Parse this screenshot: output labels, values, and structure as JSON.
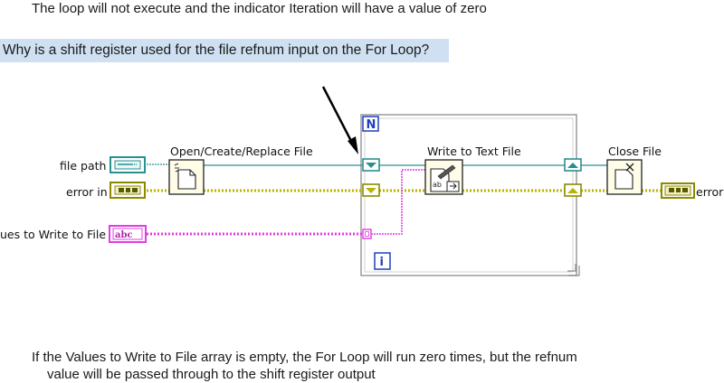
{
  "answers": {
    "top": "The loop will not execute and the indicator Iteration will have a value of zero",
    "bottom_line1": "If the Values to Write to File array is empty, the For Loop will run zero times, but the refnum",
    "bottom_line2": "value will be passed through to the shift register output"
  },
  "question": {
    "text": "Why is a shift register used for the file refnum input on the For Loop?"
  },
  "diagram": {
    "labels": {
      "file_path": "file path",
      "error_in": "error in",
      "values": "ues to Write to File",
      "open_node": "Open/Create/Replace File",
      "write_node": "Write to Text File",
      "close_node": "Close File",
      "error_out": "error",
      "loop_count": "N",
      "loop_iteration": "i",
      "string_glyph": "abc"
    },
    "colors": {
      "refnum_wire": "#2a8f8f",
      "error_wire": "#b7b300",
      "string_wire": "#e23ce2",
      "loop_border": "#8a8a8a",
      "terminal_blue": "#1e3fbf",
      "highlight": "#cfe0f3"
    }
  }
}
